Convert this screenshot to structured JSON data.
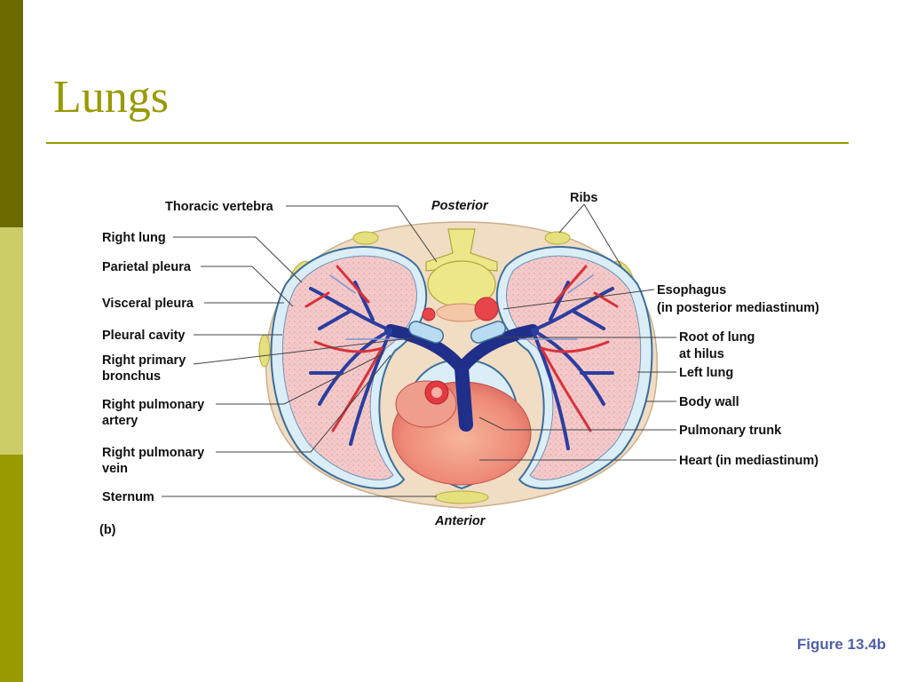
{
  "slide": {
    "title": "Lungs",
    "figure_ref": "Figure 13.4b"
  },
  "diagram": {
    "orientation_top": "Posterior",
    "orientation_bottom": "Anterior",
    "panel_letter": "(b)",
    "labels_left": [
      {
        "id": "thoracic-vertebra",
        "lines": [
          "Thoracic vertebra"
        ]
      },
      {
        "id": "right-lung",
        "lines": [
          "Right lung"
        ]
      },
      {
        "id": "parietal-pleura",
        "lines": [
          "Parietal pleura"
        ]
      },
      {
        "id": "visceral-pleura",
        "lines": [
          "Visceral pleura"
        ]
      },
      {
        "id": "pleural-cavity",
        "lines": [
          "Pleural cavity"
        ]
      },
      {
        "id": "right-primary-bronchus",
        "lines": [
          "Right primary",
          "bronchus"
        ]
      },
      {
        "id": "right-pulmonary-artery",
        "lines": [
          "Right pulmonary",
          "artery"
        ]
      },
      {
        "id": "right-pulmonary-vein",
        "lines": [
          "Right pulmonary",
          "vein"
        ]
      },
      {
        "id": "sternum",
        "lines": [
          "Sternum"
        ]
      }
    ],
    "labels_right": [
      {
        "id": "ribs",
        "lines": [
          "Ribs"
        ]
      },
      {
        "id": "esophagus",
        "lines": [
          "Esophagus",
          "(in posterior mediastinum)"
        ]
      },
      {
        "id": "root-of-lung",
        "lines": [
          "Root of lung",
          "at hilus"
        ]
      },
      {
        "id": "left-lung",
        "lines": [
          "Left lung"
        ]
      },
      {
        "id": "body-wall",
        "lines": [
          "Body wall"
        ]
      },
      {
        "id": "pulmonary-trunk",
        "lines": [
          "Pulmonary trunk"
        ]
      },
      {
        "id": "heart",
        "lines": [
          "Heart (in mediastinum)"
        ]
      }
    ]
  }
}
